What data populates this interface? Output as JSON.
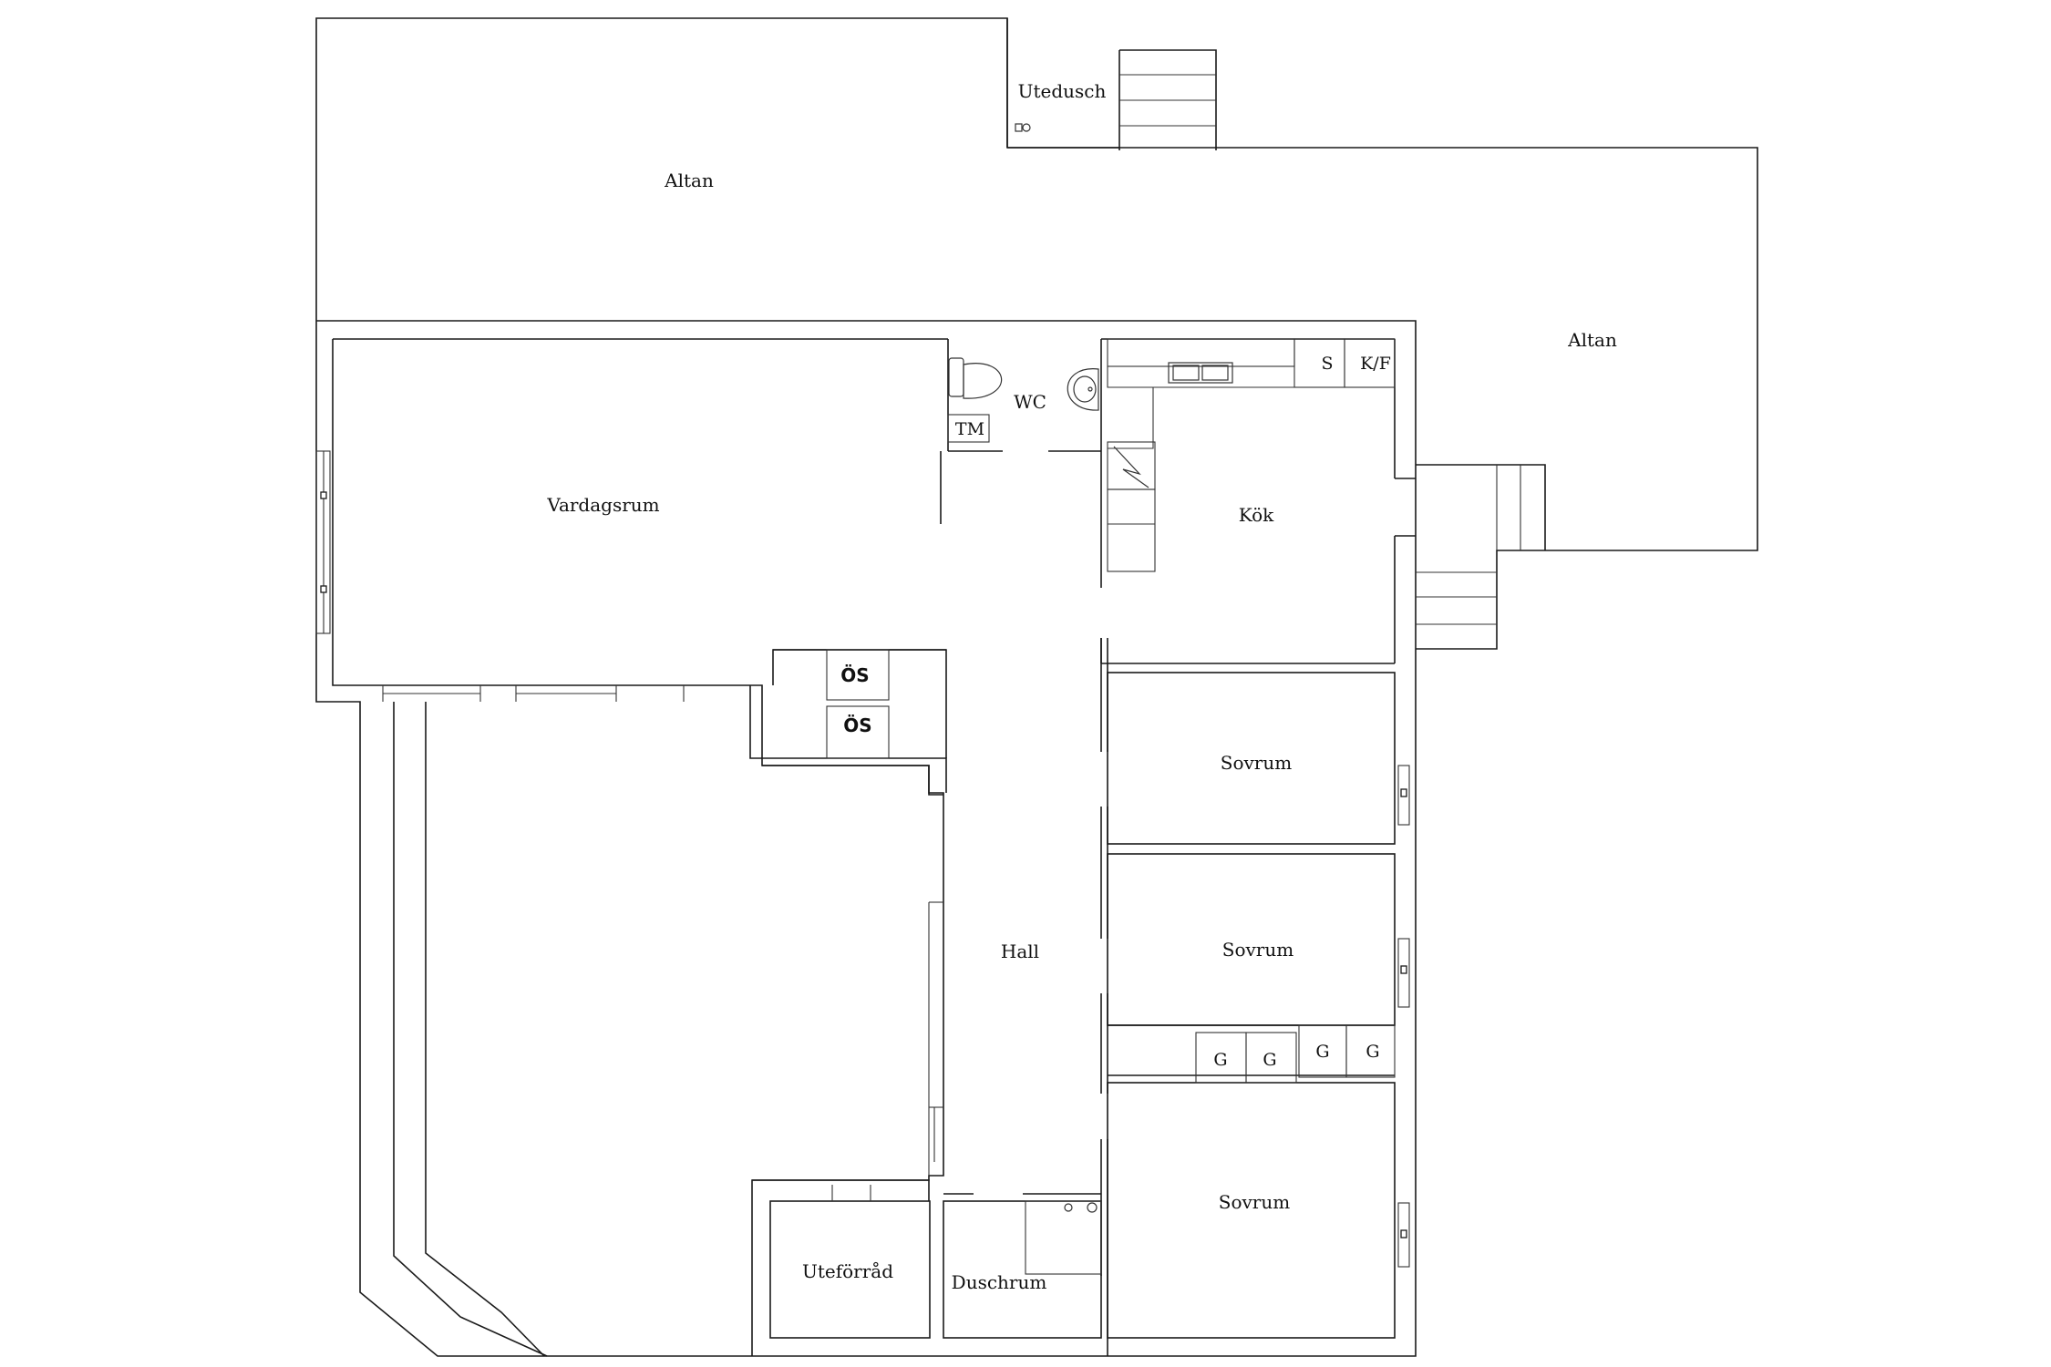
{
  "rooms": {
    "altan_top": "Altan",
    "altan_right": "Altan",
    "utedusch": "Utedusch",
    "vardagsrum": "Vardagsrum",
    "wc": "WC",
    "kok": "Kök",
    "sovrum_1": "Sovrum",
    "sovrum_2": "Sovrum",
    "sovrum_3": "Sovrum",
    "hall": "Hall",
    "uteforrad": "Uteförråd",
    "duschrum": "Duschrum"
  },
  "fixtures": {
    "tm": "TM",
    "s": "S",
    "kf": "K/F",
    "os_1": "ÖS",
    "os_2": "ÖS",
    "g_1": "G",
    "g_2": "G",
    "g_3": "G",
    "g_4": "G"
  },
  "colors": {
    "line": "#1a1a1a",
    "background": "#ffffff"
  }
}
